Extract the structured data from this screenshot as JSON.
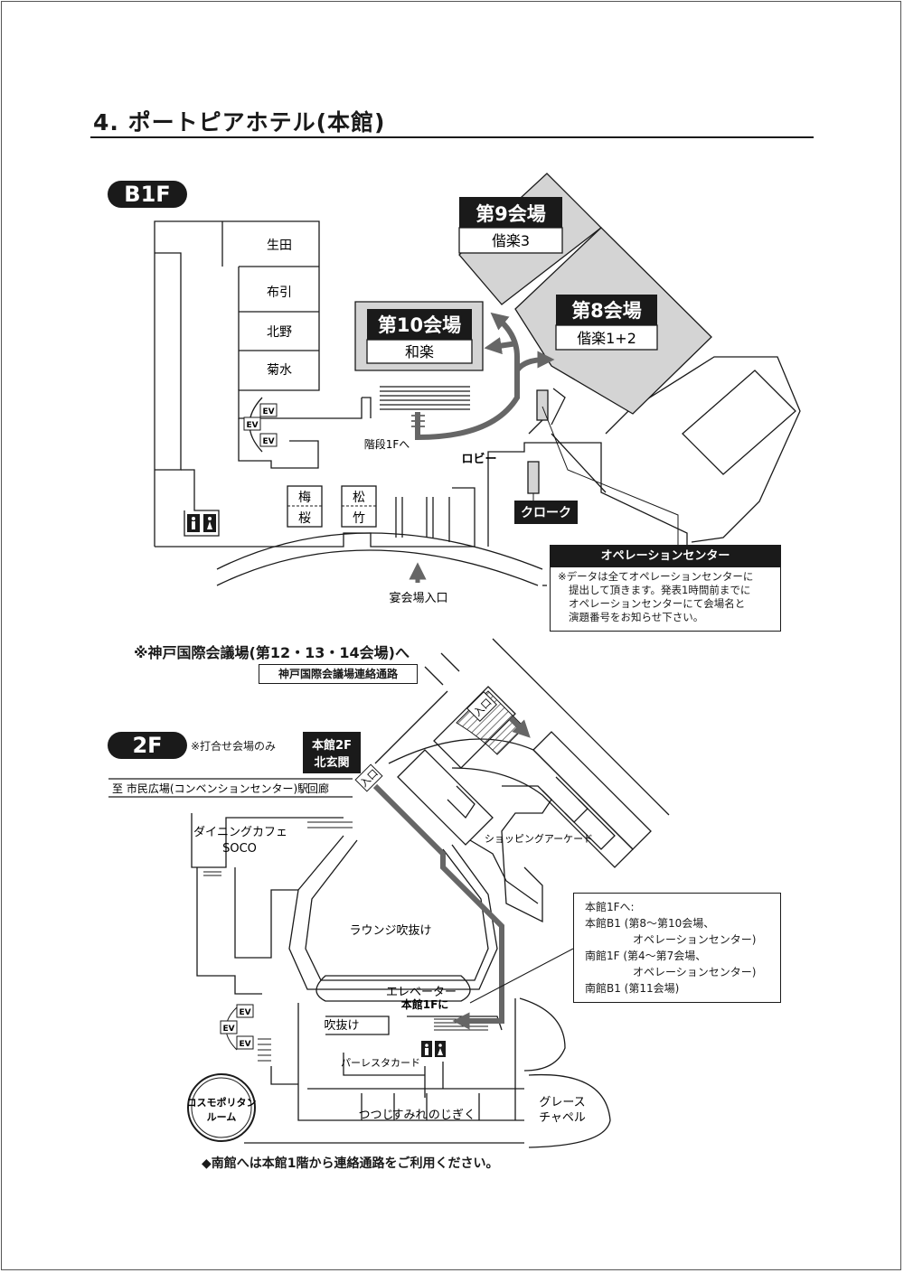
{
  "title": "4. ポートピアホテル(本館)",
  "floors": {
    "b1": "B1F",
    "f2": "2F"
  },
  "b1": {
    "venues": [
      {
        "name": "第9会場",
        "room": "偕楽3"
      },
      {
        "name": "第10会場",
        "room": "和楽"
      },
      {
        "name": "第8会場",
        "room": "偕楽1+2"
      }
    ],
    "rooms": [
      "生田",
      "布引",
      "北野",
      "菊水"
    ],
    "small_rooms": [
      {
        "top": "梅",
        "bottom": "桜"
      },
      {
        "top": "松",
        "bottom": "竹"
      }
    ],
    "labels": {
      "ev": "EV",
      "stairs": "階段1Fへ",
      "lobby": "ロビー",
      "cloak": "クローク",
      "entrance": "宴会場入口"
    },
    "operation_center": {
      "title": "オペレーションセンター",
      "lines": [
        "※データは全てオペレーションセンターに",
        "提出して頂きます。発表1時間前までに",
        "オペレーションセンターにて会場名と",
        "演題番号をお知らせ下さい。"
      ]
    }
  },
  "kobe": {
    "note": "※神戸国際会議場(第12・13・14会場)へ",
    "passage": "神戸国際会議場連絡通路"
  },
  "f2": {
    "note": "※打合せ会場のみ",
    "north_entrance": [
      "本館2F",
      "北玄関"
    ],
    "corridor": {
      "to_station": "至 市民広場(コンベンションセンター)駅",
      "corridor": "回廊"
    },
    "entrance": "入口",
    "labels": {
      "cafe1": "ダイニングカフェ",
      "cafe2": "SOCO",
      "shopping": "ショッピングアーケード",
      "lounge": "ラウンジ吹抜け",
      "elevator": "エレベーター",
      "to_1f": "本館1Fに",
      "atrium": "吹抜け",
      "parlor": "パーレスタカード",
      "cosmo1": "コスモポリタン",
      "cosmo2": "ルーム",
      "tsutsuji": "つつじ",
      "sumire": "すみれ",
      "nojigiku": "のじぎく",
      "grace1": "グレース",
      "grace2": "チャペル"
    },
    "route_info": [
      {
        "text": "本館1Fへ:",
        "indent": false
      },
      {
        "text": "本館B1 (第8〜第10会場、",
        "indent": false
      },
      {
        "text": "オペレーションセンター)",
        "indent": true
      },
      {
        "text": "南館1F (第4〜第7会場、",
        "indent": false
      },
      {
        "text": "オペレーションセンター)",
        "indent": true
      },
      {
        "text": "南館B1 (第11会場)",
        "indent": false
      }
    ]
  },
  "footer_note": "◆南館へは本館1階から連絡通路をご利用ください。",
  "colors": {
    "venue_fill": "#d4d4d4",
    "route": "#666666",
    "ink": "#1a1a1a"
  }
}
